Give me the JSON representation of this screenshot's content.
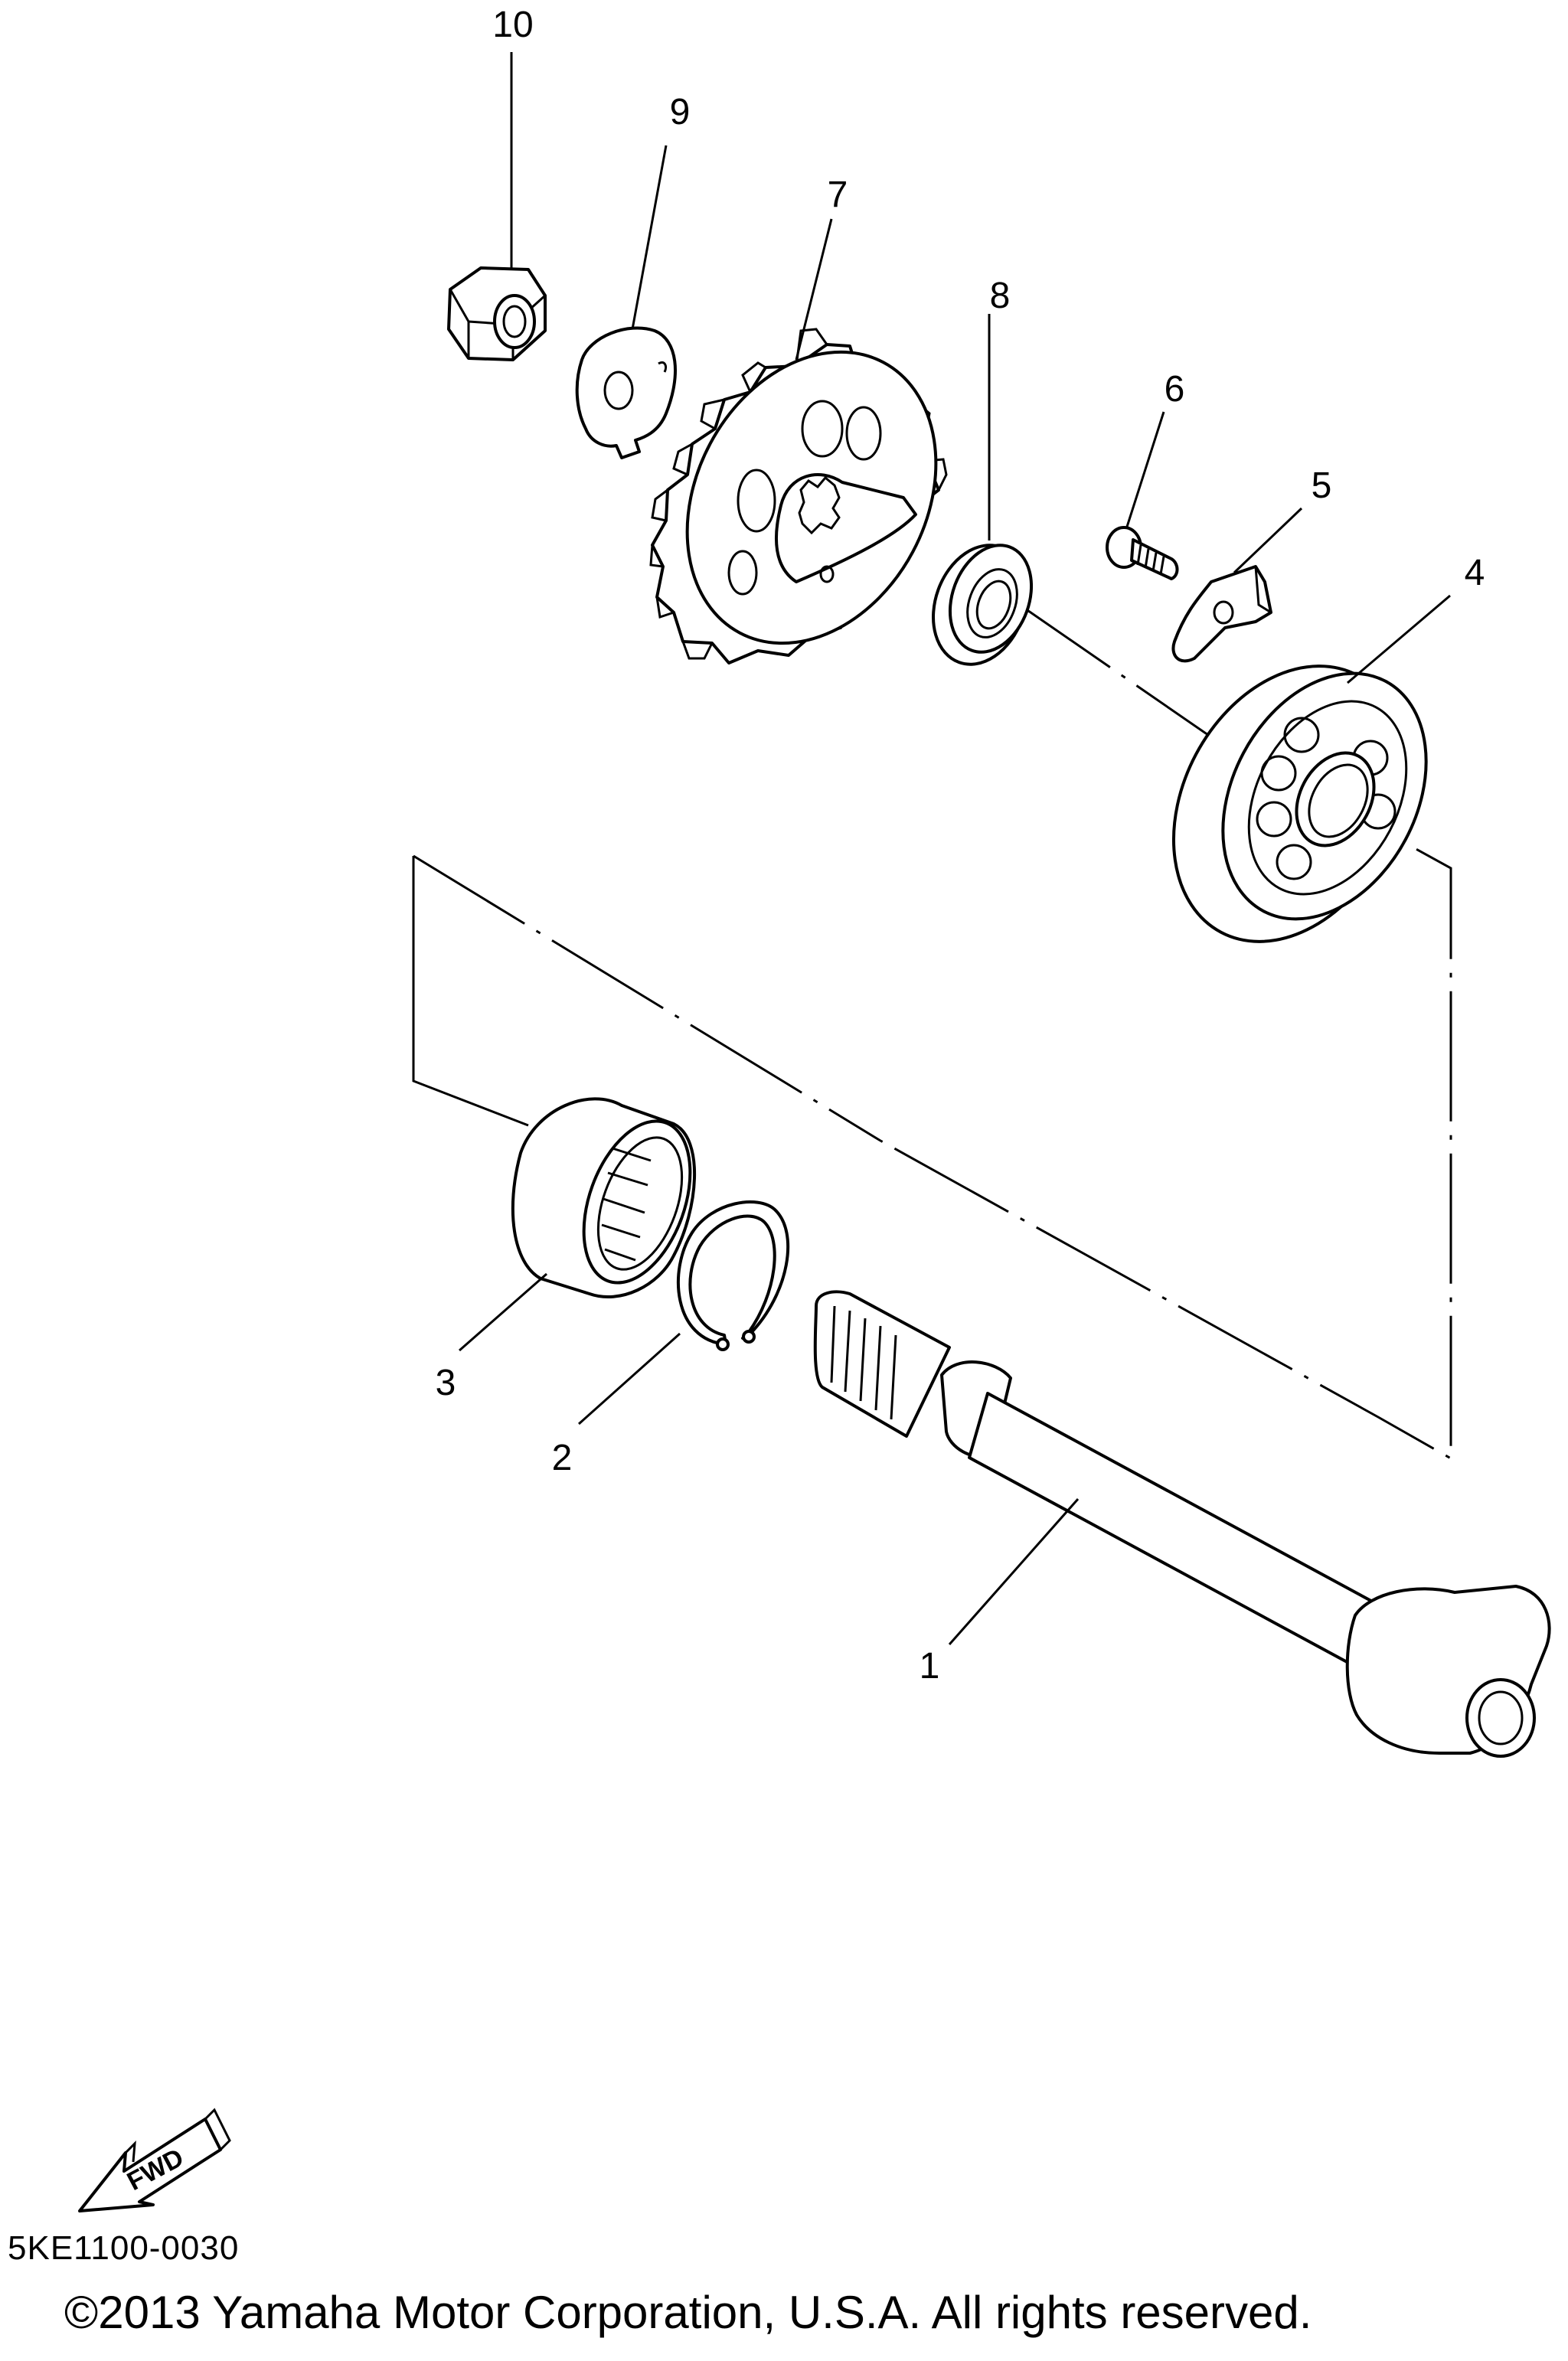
{
  "callouts": [
    "1",
    "2",
    "3",
    "4",
    "5",
    "6",
    "7",
    "8",
    "9",
    "10"
  ],
  "fwd_label": "FWD",
  "diagram_code": "5KE1100-0030",
  "copyright": "©2013 Yamaha Motor Corporation, U.S.A. All rights reserved."
}
